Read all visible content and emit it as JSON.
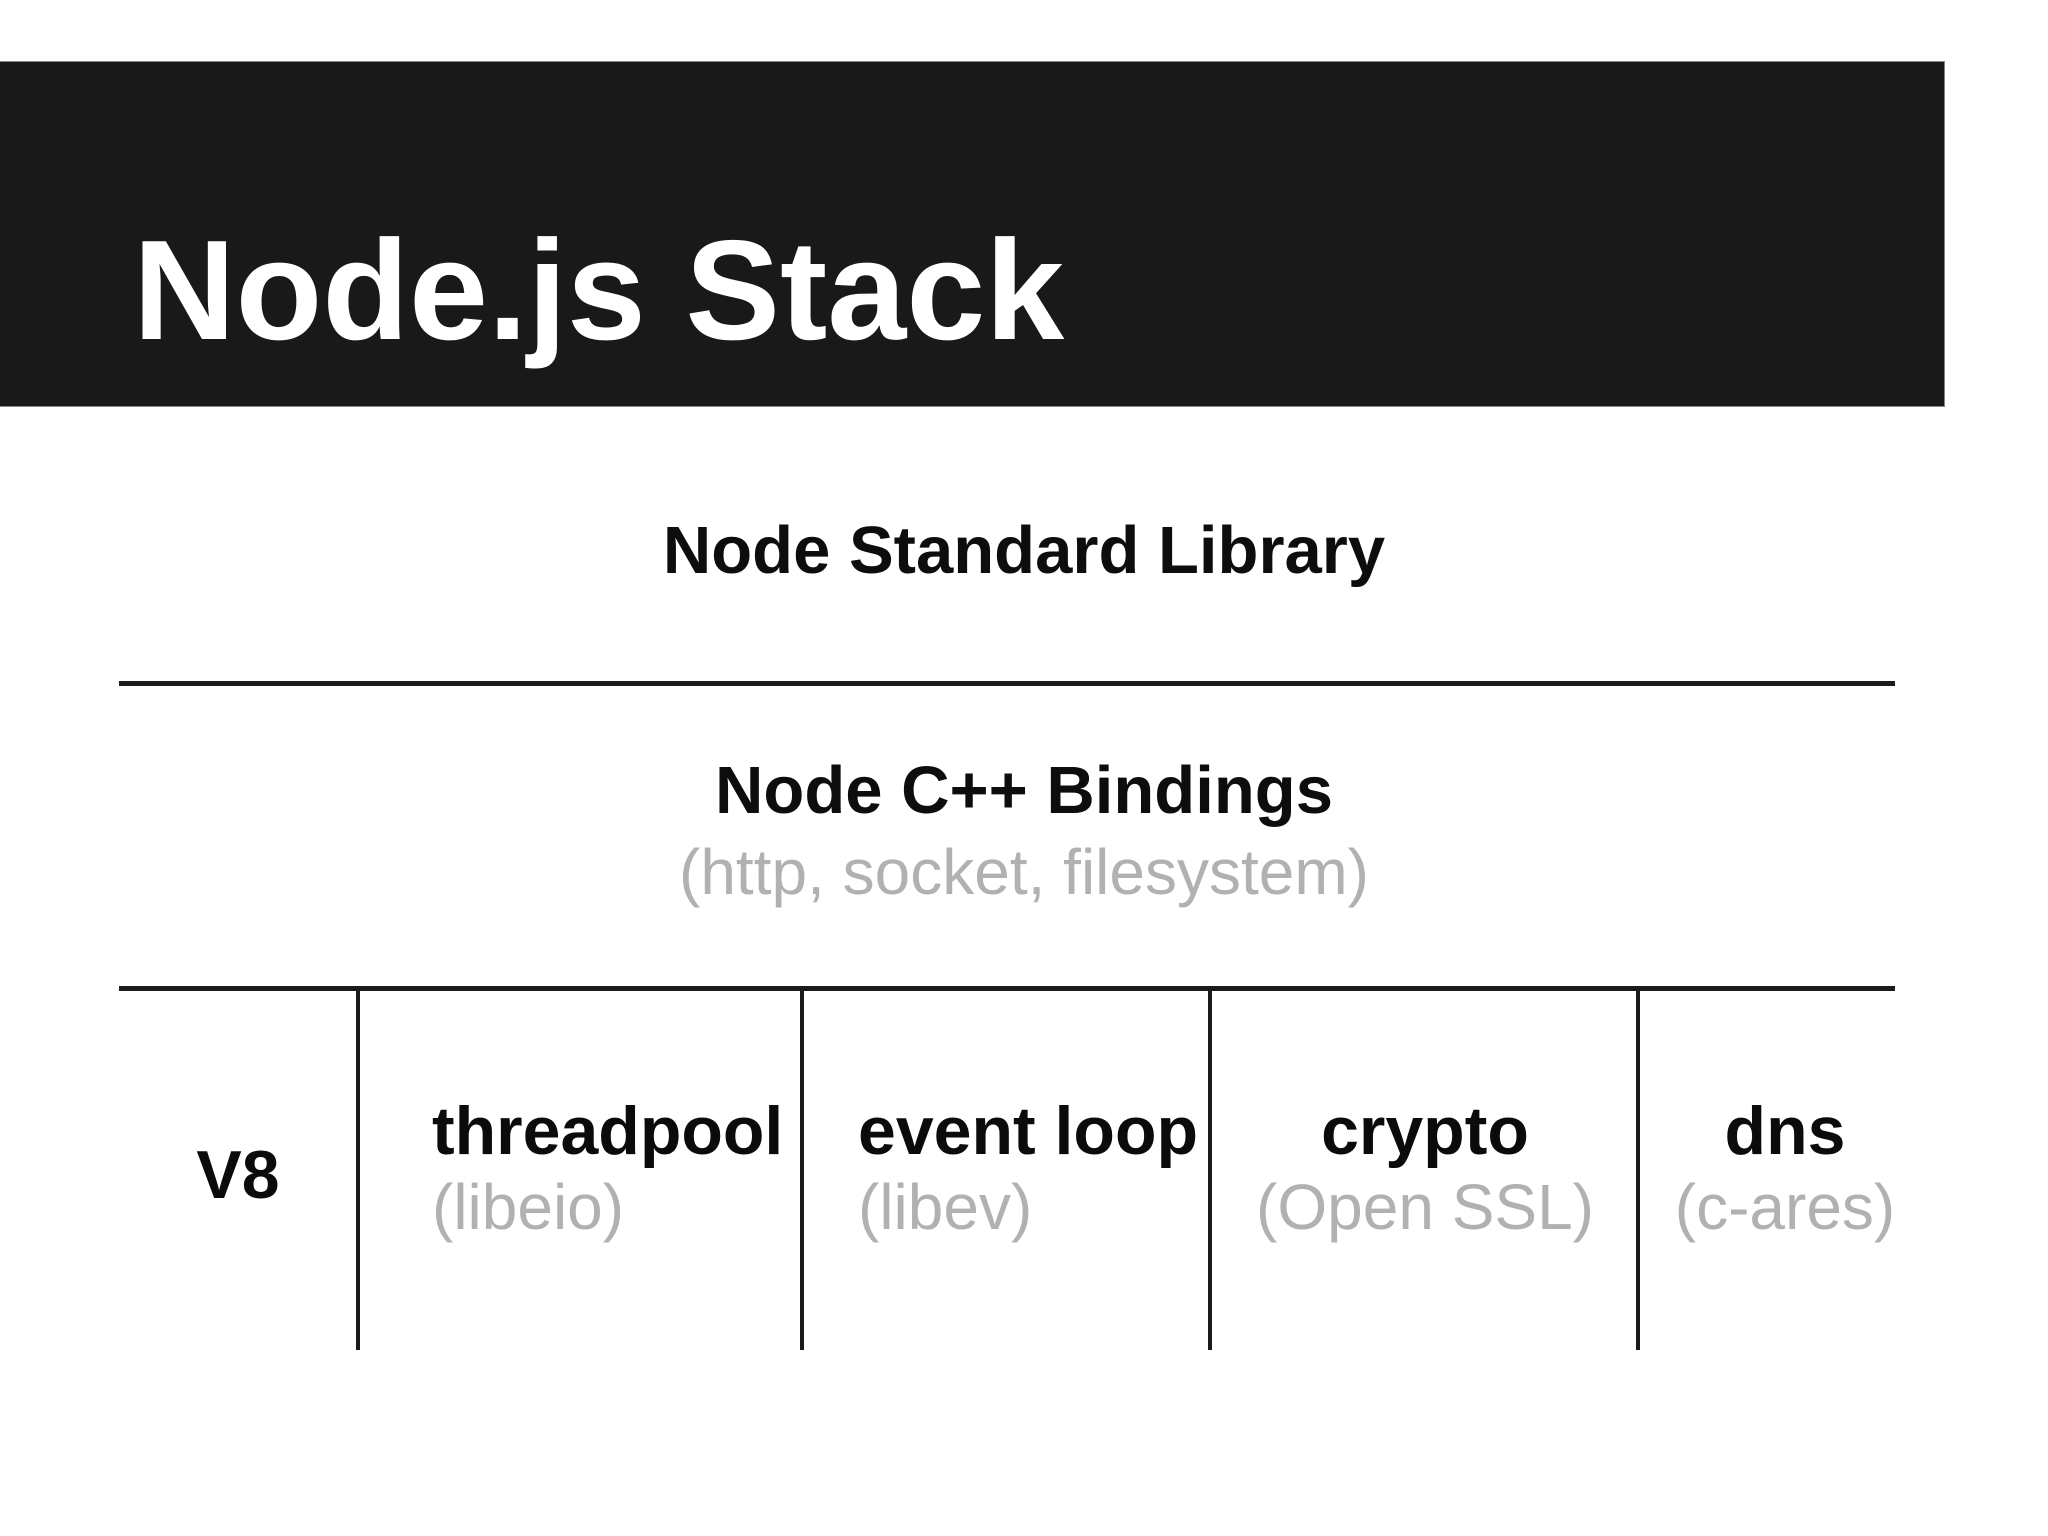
{
  "slide": {
    "title": "Node.js Stack",
    "standard_library": {
      "label": "Node Standard Library"
    },
    "cpp_bindings": {
      "label": "Node C++ Bindings",
      "sublabel": "(http, socket, filesystem)"
    },
    "components": [
      {
        "name": "V8",
        "lib": ""
      },
      {
        "name": "threadpool",
        "lib": "(libeio)"
      },
      {
        "name": "event loop",
        "lib": "(libev)"
      },
      {
        "name": "crypto",
        "lib": "(Open SSL)"
      },
      {
        "name": "dns",
        "lib": "(c-ares)"
      }
    ],
    "colors": {
      "header_bg": "#191919",
      "header_text": "#ffffff",
      "body_text": "#0d0d0d",
      "muted_text": "#b1b1b1",
      "line": "#1b1b1b"
    }
  }
}
